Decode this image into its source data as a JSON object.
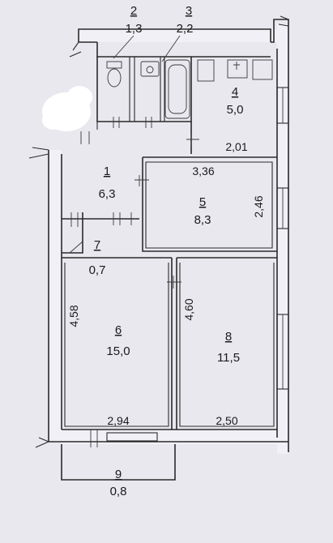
{
  "rooms": [
    {
      "id": "1",
      "number": "1",
      "area": "6,3"
    },
    {
      "id": "2",
      "number": "2",
      "area": "1,3"
    },
    {
      "id": "3",
      "number": "3",
      "area": "2,2"
    },
    {
      "id": "4",
      "number": "4",
      "area": "5,0"
    },
    {
      "id": "5",
      "number": "5",
      "area": "8,3"
    },
    {
      "id": "6",
      "number": "6",
      "area": "15,0"
    },
    {
      "id": "7",
      "number": "7",
      "area": "0,7"
    },
    {
      "id": "8",
      "number": "8",
      "area": "11,5"
    },
    {
      "id": "9",
      "number": "9",
      "area": "0,8"
    }
  ],
  "dimensions": {
    "kitchen_width": "2,01",
    "room5_width": "3,36",
    "room5_depth": "2,46",
    "room6_depth": "4,58",
    "room6_width": "2,94",
    "room8_depth": "4,60",
    "room8_width": "2,50"
  }
}
